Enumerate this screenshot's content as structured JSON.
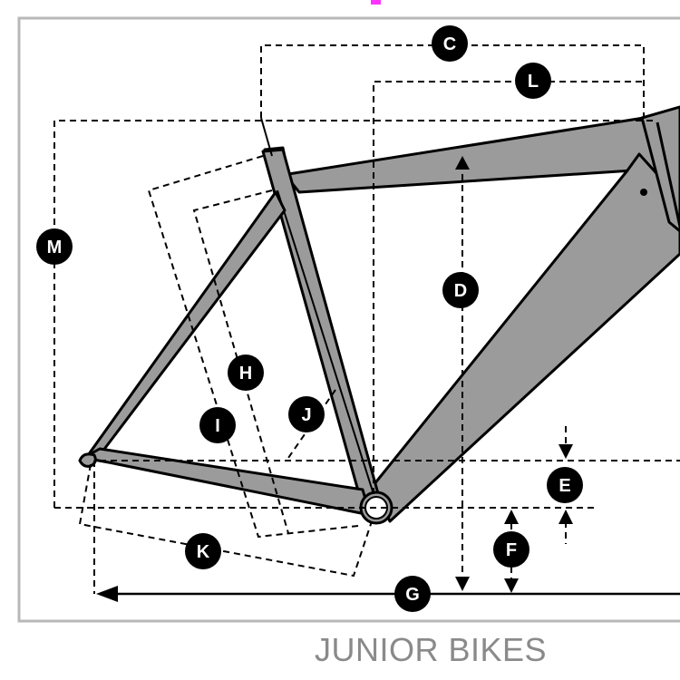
{
  "caption": "JUNIOR BIKES",
  "colors": {
    "frame_fill": "#9b9b9b",
    "frame_outline": "#000000",
    "border": "#b8b8b8",
    "caption": "#8a8a8a",
    "accent_magenta": "#ff33ff"
  },
  "labels": {
    "C": "C",
    "L": "L",
    "M": "M",
    "D": "D",
    "H": "H",
    "J": "J",
    "I": "I",
    "E": "E",
    "F": "F",
    "K": "K",
    "G": "G"
  }
}
